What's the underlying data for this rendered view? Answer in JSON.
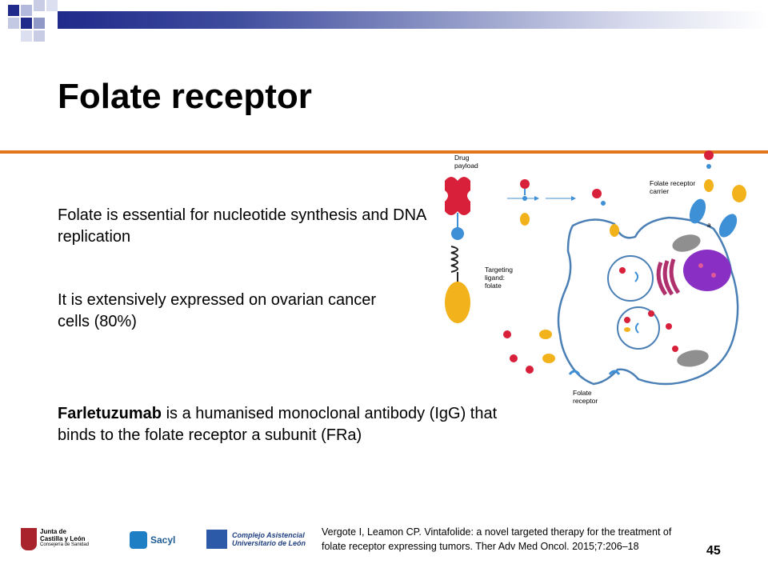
{
  "slide": {
    "title": "Folate receptor",
    "para1": "Folate is essential for nucleotide synthesis and DNA replication",
    "para2": "It is extensively expressed on ovarian cancer cells (80%)",
    "para3_bold": "Farletuzumab",
    "para3_rest": " is a humanised monoclonal antibody (IgG) that binds to the folate receptor a subunit (FRa)",
    "page_number": "45"
  },
  "diagram": {
    "label_drug": "Drug",
    "label_payload": "payload",
    "label_carrier_1": "Folate receptor",
    "label_carrier_2": "carrier",
    "label_targeting_1": "Targeting",
    "label_targeting_2": "ligand:",
    "label_targeting_3": "folate",
    "label_receptor_1": "Folate",
    "label_receptor_2": "receptor",
    "label_a": "a"
  },
  "citation": {
    "line1": "Vergote I, Leamon CP. Vintafolide: a novel targeted therapy for the treatment of",
    "line2": "folate receptor expressing tumors. Ther Adv Med Oncol. 2015;7:206–18"
  },
  "logos": {
    "junta_line1": "Junta de",
    "junta_line2": "Castilla y León",
    "junta_line3": "Consejería de Sanidad",
    "sacyl": "Sacyl",
    "caule_line1": "Complejo Asistencial",
    "caule_line2": "Universitario de León"
  },
  "colors": {
    "header_blue": "#1f2a8a",
    "orange_rule": "#e2761c",
    "cell_membrane": "#4a7fb5",
    "drug_red": "#d8203a",
    "folate_yellow": "#f2b21b",
    "receptor_blue": "#3d8fd6"
  }
}
